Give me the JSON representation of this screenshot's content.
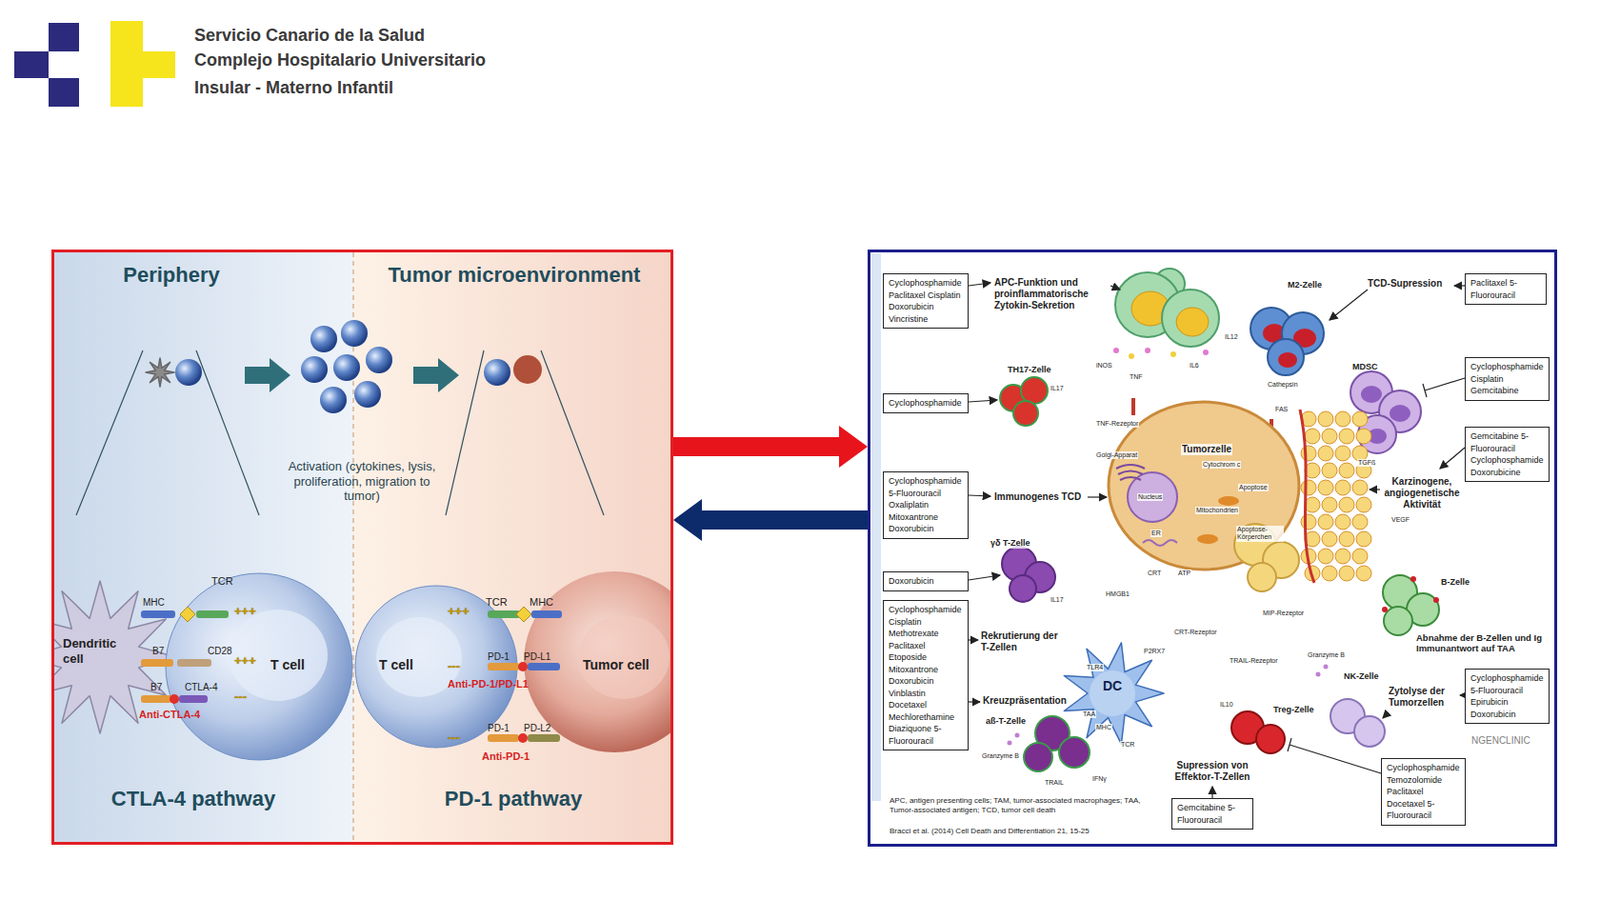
{
  "diagram": {
    "nodes": [
      {
        "text": [
          "Periphery",
          "Tumor microenvironment",
          "Activation (cytokines, lysis, proliferation, migration to tumor)",
          "CTLA-4 pathway",
          "PD-1 pathway"
        ]
      },
      {
        "text": [
          "APC-Funktion und proinflammatorische Zytokin-Sekretion",
          "Immunogenes TCD",
          "Rekrutierung der T-Zellen",
          "Kreuzpräsentation",
          "TCD-Supression",
          "Karzinogene, angiogenetische Aktivität",
          "Abnahme der B-Zellen und Ig Immunantwort auf TAA",
          "Zytolyse der Tumorzellen",
          "Supression von Effektor-T-Zellen",
          "APC, antigen presenting cells; TAM, tumor-associated macrophages; TAA, Tumor-associated antigen; TCD, tumor cell death",
          "Bracci et al. (2014) Cell Death and Differentiation 21, 15-25"
        ]
      },
      {
        "text": [
          "Cyclophosphamide Paclitaxel Cisplatin Doxorubicin Vincristine"
        ],
        "in": 1
      },
      {
        "text": [
          "Cyclophosphamide"
        ],
        "in": 1
      },
      {
        "text": [
          "Cyclophosphamide 5-Fluorouracil Oxaliplatin Mitoxantrone Doxorubicin"
        ],
        "in": 1
      },
      {
        "text": [
          "Doxorubicin"
        ],
        "in": 1
      },
      {
        "text": [
          "Cyclophosphamide Cisplatin Methotrexate Paclitaxel Etoposide Mitoxantrone Doxorubicin Vinblastin Docetaxel Mechlorethamine Diaziquone 5-Fluorouracil"
        ],
        "in": 1
      },
      {
        "text": [
          "Paclitaxel 5-Fluorouracil"
        ],
        "in": 1
      },
      {
        "text": [
          "Cyclophosphamide Cisplatin Gemcitabine"
        ],
        "in": 1
      },
      {
        "text": [
          "Gemcitabine 5-Fluorouracil Cyclophosphamide Doxorubicine"
        ],
        "in": 1
      },
      {
        "text": [
          "Cyclophosphamide 5-Fluorouracil Epirubicin Doxorubicin"
        ],
        "in": 1
      },
      {
        "text": [
          "Cyclophosphamide Temozolomide Paclitaxel Docetaxel 5-Fluorouracil"
        ],
        "in": 1
      },
      {
        "text": [
          "Gemcitabine 5-Fluorouracil"
        ],
        "in": 1
      }
    ],
    "edges": [
      {
        "from": 0,
        "to": 1,
        "arrow": "to"
      },
      {
        "from": 1,
        "to": 0,
        "arrow": "to"
      }
    ],
    "labels": [
      "Servicio Canario de la Salud",
      "Complejo Hospitalario Universitario",
      "Insular - Materno Infantil",
      "MHC",
      "TCR",
      "+++",
      "B7",
      "CD28",
      "+++",
      "B7",
      "CTLA-4",
      "---",
      "Anti-CTLA-4",
      "Dendritic cell",
      "T cell",
      "TCR",
      "MHC",
      "+++",
      "T cell",
      "PD-1",
      "PD-L1",
      "---",
      "Anti-PD-1/PD-L1",
      "PD-1",
      "PD-L2",
      "---",
      "Anti-PD-1",
      "Tumor cell",
      "TH17-Zelle",
      "IL17",
      "iNOS",
      "TNF",
      "IL6",
      "IL12",
      "M2-Zelle",
      "Cathepsin",
      "MDSC",
      "TGFß",
      "VEGF",
      "TNF-Rezeptor",
      "FAS",
      "Golgi-Apparat",
      "Tumorzelle",
      "Cytochrom c",
      "Nucleus",
      "Mitochondrien",
      "ER",
      "Apoptose",
      "Apoptose-Körperchen",
      "CRT",
      "ATP",
      "HMGB1",
      "MIP-Rezeptor",
      "CRT-Rezeptor",
      "P2RX7",
      "TRAIL-Rezeptor",
      "Granzyme B",
      "TLR4",
      "TAA",
      "MHC",
      "TCR",
      "IL10",
      "IL17",
      "Granzyme B",
      "TRAIL",
      "IFNγ",
      "γδ T-Zelle",
      "B-Zelle",
      "NK-Zelle",
      "Treg-Zelle",
      "DC",
      "aß-T-Zelle",
      "NGENCLINIC"
    ]
  }
}
